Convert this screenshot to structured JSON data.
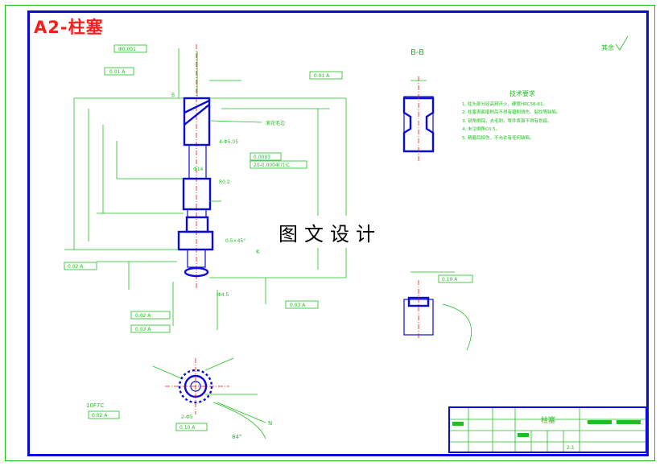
{
  "sheet": {
    "title": "A2-柱塞"
  },
  "watermark": "图文设计",
  "section_label": "B-B",
  "roughness_note": "其余",
  "technical_notes": {
    "heading": "技术要求",
    "items": [
      "1. 柱头部分经高频淬火，硬度HRC56-61。",
      "2. 柱塞表面磨削后不得有磨削烧伤、裂纹等缺陷。",
      "3. 锐角倒钝，去毛刺，零件表面不得有划痕。",
      "4. 未注倒角C0.5。",
      "5. 精磨后探伤，不允许有任何缺陷。"
    ]
  },
  "annotations": {
    "knurl": "滚花毛边",
    "chamfer": "0.5×45°",
    "datum_k": "K",
    "fit": "10F7C",
    "n_label": "N",
    "dia_label": "Φ14",
    "angle_label": "84°"
  },
  "title_block": {
    "part_name": "柱塞",
    "scale": "2:1"
  },
  "colors": {
    "frame": "#0a0adc",
    "lines": "#1fbf1f",
    "title": "#ff1a1a",
    "center": "#e11"
  }
}
